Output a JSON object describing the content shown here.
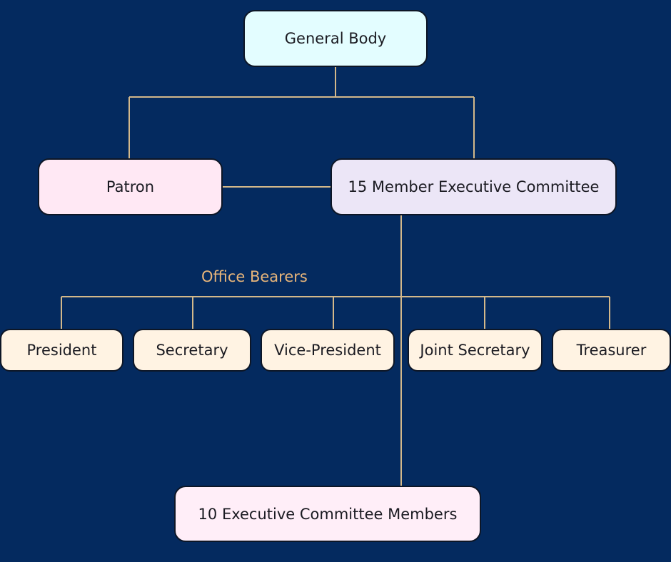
{
  "colors": {
    "background": "#042a5f",
    "connector": "#d3b88a",
    "general_body": "#e3fdff",
    "patron": "#ffe8f4",
    "executive_committee": "#ece6f7",
    "office_bearer": "#fff3e3",
    "members": "#ffeef8",
    "label_text": "#e8b57a"
  },
  "nodes": {
    "general_body": "General Body",
    "patron": "Patron",
    "executive_committee": "15 Member Executive Committee",
    "office_bearers_label": "Office Bearers",
    "office_bearers": [
      "President",
      "Secretary",
      "Vice-President",
      "Joint Secretary",
      "Treasurer"
    ],
    "members": "10 Executive Committee Members"
  }
}
